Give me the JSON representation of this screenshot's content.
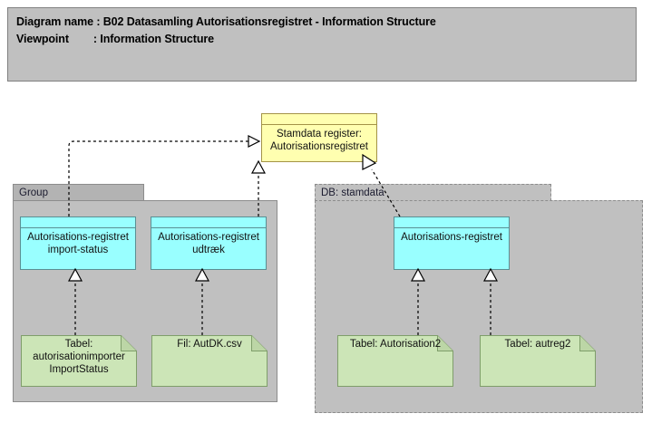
{
  "header": {
    "line1": "Diagram name : B02 Datasamling Autorisationsregistret - Information Structure",
    "line2": "Viewpoint        : Information Structure"
  },
  "diagram": {
    "yellow_element": {
      "label": "Stamdata register: Autorisationsregistret",
      "color": "#ffffb0"
    },
    "groups": [
      {
        "name": "group-left",
        "label": "Group",
        "border_style": "solid",
        "fill": "#c0c0c0",
        "tab_fill": "#b3b3b3"
      },
      {
        "name": "group-db-stamdata",
        "label": "DB: stamdata",
        "border_style": "dashed",
        "fill": "#c0c0c0",
        "tab_fill": "#c0c0c0"
      }
    ],
    "data_objects": [
      {
        "name": "autorisationsregistret-import-status",
        "label": "Autorisations-registret import-status",
        "color": "#99ffff"
      },
      {
        "name": "autorisationsregistret-udtraek",
        "label": "Autorisations-registret udtræk",
        "color": "#99ffff"
      },
      {
        "name": "autorisationsregistret",
        "label": "Autorisations-registret",
        "color": "#99ffff"
      }
    ],
    "artifacts": [
      {
        "name": "tabel-autorisationimporter-importstatus",
        "label": "Tabel: autorisationimporter ImportStatus",
        "color": "#cce5b7"
      },
      {
        "name": "fil-autdk-csv",
        "label": "Fil: AutDK.csv",
        "color": "#cce5b7"
      },
      {
        "name": "tabel-autorisation2",
        "label": "Tabel: Autorisation2",
        "color": "#cce5b7"
      },
      {
        "name": "tabel-autreg2",
        "label": "Tabel: autreg2",
        "color": "#cce5b7"
      }
    ],
    "connectors": [
      {
        "name": "realization-import-status-to-stamdata",
        "type": "realization",
        "style": "dotted",
        "arrowhead": "hollow-triangle"
      },
      {
        "name": "realization-udtraek-to-stamdata",
        "type": "realization",
        "style": "dotted",
        "arrowhead": "hollow-triangle"
      },
      {
        "name": "realization-autorisationsregistret-to-stamdata",
        "type": "realization",
        "style": "dotted",
        "arrowhead": "hollow-triangle"
      },
      {
        "name": "realization-tabel-importstatus-to-import-status",
        "type": "realization",
        "style": "dotted",
        "arrowhead": "hollow-triangle"
      },
      {
        "name": "realization-autdk-csv-to-udtraek",
        "type": "realization",
        "style": "dotted",
        "arrowhead": "hollow-triangle"
      },
      {
        "name": "realization-autorisation2-to-autorisationsregistret",
        "type": "realization",
        "style": "dotted",
        "arrowhead": "hollow-triangle"
      },
      {
        "name": "realization-autreg2-to-autorisationsregistret",
        "type": "realization",
        "style": "dotted",
        "arrowhead": "hollow-triangle"
      }
    ]
  }
}
